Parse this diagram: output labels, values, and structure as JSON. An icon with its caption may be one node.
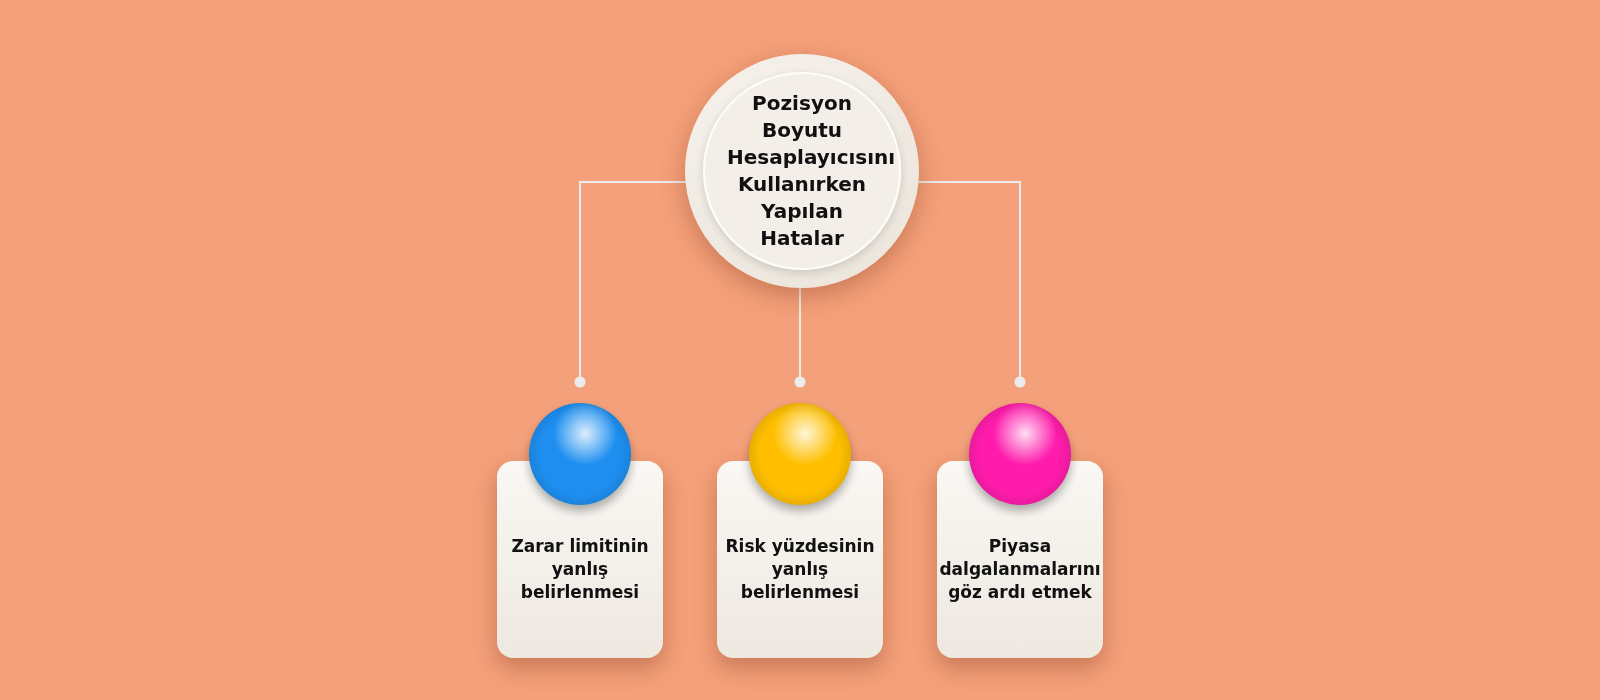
{
  "diagram": {
    "nodes": [
      {
        "text": [
          "Pozisyon Boyutu Hesaplayıcısını Kullanırken Yapılan Hatalar"
        ]
      },
      {
        "text": [
          "Zarar limitinin yanlış belirlenmesi"
        ]
      },
      {
        "text": [
          "Risk yüzdesinin yanlış belirlenmesi"
        ]
      },
      {
        "text": [
          "Piyasa dalgalanmalarını göz ardı etmek"
        ]
      }
    ],
    "edges": [
      {
        "from": 0,
        "to": 1,
        "arrow": "other"
      },
      {
        "from": 0,
        "to": 2,
        "arrow": "other"
      },
      {
        "from": 0,
        "to": 3,
        "arrow": "other"
      }
    ]
  }
}
